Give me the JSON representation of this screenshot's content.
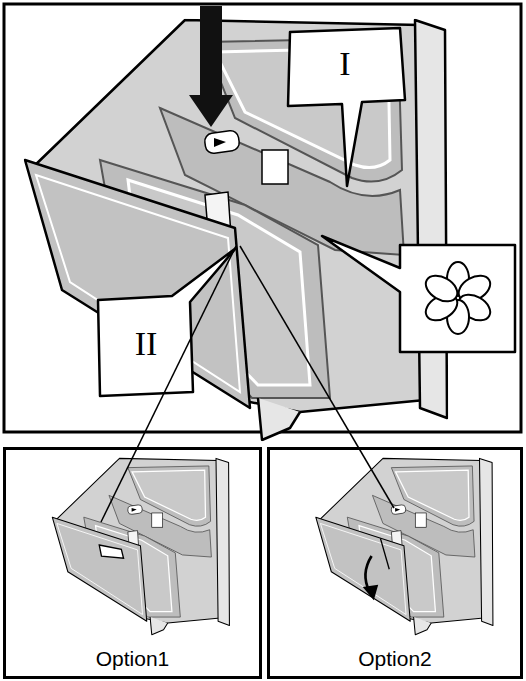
{
  "diagram": {
    "nodes": [
      {
        "text": [
          "I"
        ]
      },
      {
        "text": [
          "II"
        ]
      },
      {
        "text": [
          "Option1"
        ]
      },
      {
        "text": [
          "Option2"
        ]
      }
    ]
  }
}
